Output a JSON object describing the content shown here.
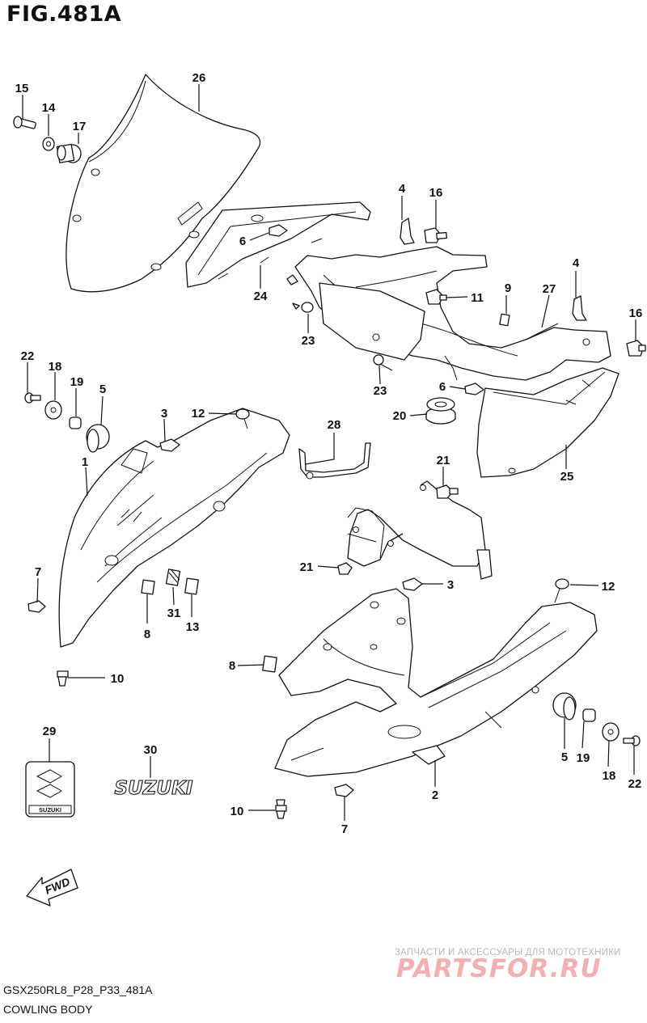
{
  "figure_title": "FIG.481A",
  "diagram_code": "GSX250RL8_P28_P33_481A",
  "caption": "COWLING BODY",
  "watermark": {
    "tagline": "ЗАПЧАСТИ И АКСЕССУАРЫ ДЛЯ МОТОТЕХНИКИ",
    "brand": "PARTSFOR.RU"
  },
  "emblems": {
    "badge_text": "SUZUKI",
    "decal_text": "SUZUKI",
    "arrow_text": "FWD"
  },
  "callouts": [
    {
      "id": "c15",
      "text": "15"
    },
    {
      "id": "c14",
      "text": "14"
    },
    {
      "id": "c17",
      "text": "17"
    },
    {
      "id": "c26",
      "text": "26"
    },
    {
      "id": "c4a",
      "text": "4"
    },
    {
      "id": "c16a",
      "text": "16"
    },
    {
      "id": "c6a",
      "text": "6"
    },
    {
      "id": "c24",
      "text": "24"
    },
    {
      "id": "c11",
      "text": "11"
    },
    {
      "id": "c9",
      "text": "9"
    },
    {
      "id": "c27",
      "text": "27"
    },
    {
      "id": "c4b",
      "text": "4"
    },
    {
      "id": "c16b",
      "text": "16"
    },
    {
      "id": "c23a",
      "text": "23"
    },
    {
      "id": "c22a",
      "text": "22"
    },
    {
      "id": "c18a",
      "text": "18"
    },
    {
      "id": "c19a",
      "text": "19"
    },
    {
      "id": "c5a",
      "text": "5"
    },
    {
      "id": "c23b",
      "text": "23"
    },
    {
      "id": "c6b",
      "text": "6"
    },
    {
      "id": "c20",
      "text": "20"
    },
    {
      "id": "c25",
      "text": "25"
    },
    {
      "id": "c12a",
      "text": "12"
    },
    {
      "id": "c3a",
      "text": "3"
    },
    {
      "id": "c28",
      "text": "28"
    },
    {
      "id": "c1",
      "text": "1"
    },
    {
      "id": "c21a",
      "text": "21"
    },
    {
      "id": "c7a",
      "text": "7"
    },
    {
      "id": "c21b",
      "text": "21"
    },
    {
      "id": "c3b",
      "text": "3"
    },
    {
      "id": "c12b",
      "text": "12"
    },
    {
      "id": "c31",
      "text": "31"
    },
    {
      "id": "c13",
      "text": "13"
    },
    {
      "id": "c8a",
      "text": "8"
    },
    {
      "id": "c10a",
      "text": "10"
    },
    {
      "id": "c8b",
      "text": "8"
    },
    {
      "id": "c29",
      "text": "29"
    },
    {
      "id": "c30",
      "text": "30"
    },
    {
      "id": "c5b",
      "text": "5"
    },
    {
      "id": "c19b",
      "text": "19"
    },
    {
      "id": "c18b",
      "text": "18"
    },
    {
      "id": "c22b",
      "text": "22"
    },
    {
      "id": "c2",
      "text": "2"
    },
    {
      "id": "c10b",
      "text": "10"
    },
    {
      "id": "c7b",
      "text": "7"
    }
  ]
}
